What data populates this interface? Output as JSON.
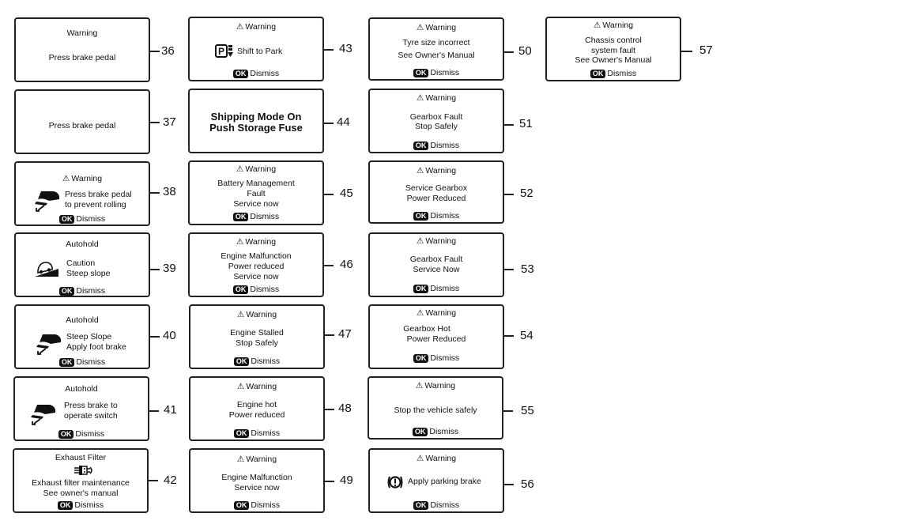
{
  "warning_label": "Warning",
  "autohold_label": "Autohold",
  "ok_label": "OK",
  "dismiss_label": "Dismiss",
  "p36": {
    "num": "36",
    "line1": "Press brake pedal"
  },
  "p37": {
    "num": "37",
    "line1": "Press brake pedal"
  },
  "p38": {
    "num": "38",
    "line1": "Press brake pedal",
    "line2": "to prevent rolling",
    "icon": "foot-on-pedal-icon"
  },
  "p39": {
    "num": "39",
    "line1": "Caution",
    "line2": "Steep slope",
    "icon": "car-on-slope-icon"
  },
  "p40": {
    "num": "40",
    "line1": "Steep Slope",
    "line2": "Apply foot brake",
    "icon": "foot-on-pedal-icon"
  },
  "p41": {
    "num": "41",
    "line1": "Press brake to",
    "line2": "operate switch",
    "icon": "foot-on-pedal-icon"
  },
  "p42": {
    "num": "42",
    "title": "Exhaust Filter",
    "line1": "Exhaust filter maintenance",
    "line2": "See owner's manual",
    "icon": "exhaust-filter-icon"
  },
  "p43": {
    "num": "43",
    "line1": "Shift to Park",
    "icon": "park-shift-icon"
  },
  "p44": {
    "num": "44",
    "line1": "Shipping Mode On",
    "line2": "Push Storage Fuse"
  },
  "p45": {
    "num": "45",
    "line1": "Battery Management",
    "line2": "Fault",
    "line3": "Service now"
  },
  "p46": {
    "num": "46",
    "line1": "Engine Malfunction",
    "line2": "Power reduced",
    "line3": "Service now"
  },
  "p47": {
    "num": "47",
    "line1": "Engine Stalled",
    "line2": "Stop Safely"
  },
  "p48": {
    "num": "48",
    "line1": "Engine hot",
    "line2": "Power reduced"
  },
  "p49": {
    "num": "49",
    "line1": "Engine Malfunction",
    "line2": "Service now"
  },
  "p50": {
    "num": "50",
    "line1": "Tyre size incorrect",
    "line2": "See Owner's Manual"
  },
  "p51": {
    "num": "51",
    "line1": "Gearbox Fault",
    "line2": "Stop Safely"
  },
  "p52": {
    "num": "52",
    "line1": "Service Gearbox",
    "line2": "Power Reduced"
  },
  "p53": {
    "num": "53",
    "line1": "Gearbox Fault",
    "line2": "Service Now"
  },
  "p54": {
    "num": "54",
    "line1": "Gearbox Hot",
    "line2": "Power Reduced"
  },
  "p55": {
    "num": "55",
    "line1": "Stop the vehicle safely"
  },
  "p56": {
    "num": "56",
    "line1": "Apply parking brake",
    "icon": "parking-brake-icon"
  },
  "p57": {
    "num": "57",
    "line1": "Chassis control",
    "line2": "system fault",
    "line3": "See Owner's Manual"
  }
}
